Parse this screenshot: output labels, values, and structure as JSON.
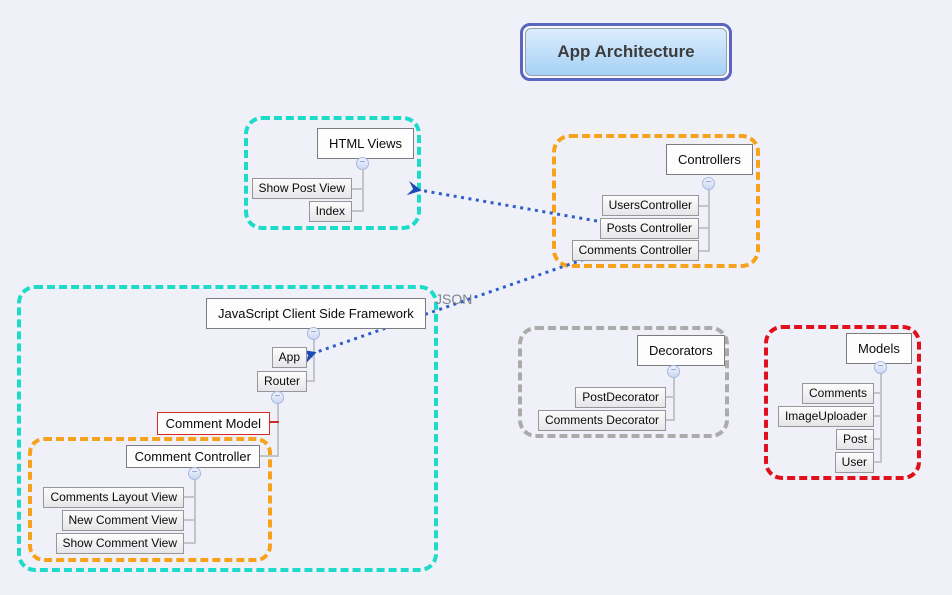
{
  "title": {
    "label": "App Architecture"
  },
  "collapse_glyph": "−",
  "colors": {
    "teal_group": "#1ddbc9",
    "orange_group": "#f6a21c",
    "gray_group": "#ababab",
    "red_group": "#e0111c",
    "comment_model_border": "#d92b24",
    "arrow_blue": "#2d5fc9",
    "title_border": "#5a66bf",
    "title_fill_top": "#dcedfc",
    "title_fill_bottom": "#a6d1f5"
  },
  "groups": {
    "html_views": {
      "title": "HTML Views",
      "children": [
        "Show Post View",
        "Index"
      ]
    },
    "controllers": {
      "title": "Controllers",
      "children": [
        "UsersController",
        "Posts Controller",
        "Comments Controller"
      ]
    },
    "js_framework": {
      "title": "JavaScript Client Side Framework",
      "children": [
        "App",
        "Router"
      ]
    },
    "comment_model": {
      "label": "Comment Model"
    },
    "comment_controller": {
      "title": "Comment Controller",
      "children": [
        "Comments Layout View",
        "New Comment View",
        "Show Comment View"
      ]
    },
    "decorators": {
      "title": "Decorators",
      "children": [
        "PostDecorator",
        "Comments Decorator"
      ]
    },
    "models": {
      "title": "Models",
      "children": [
        "Comments",
        "ImageUploader",
        "Post",
        "User"
      ]
    }
  },
  "connections": [
    {
      "from": "Posts Controller",
      "to": "HTML Views",
      "label": ""
    },
    {
      "from": "Comments Controller",
      "to": "App",
      "label": "JSON"
    }
  ]
}
